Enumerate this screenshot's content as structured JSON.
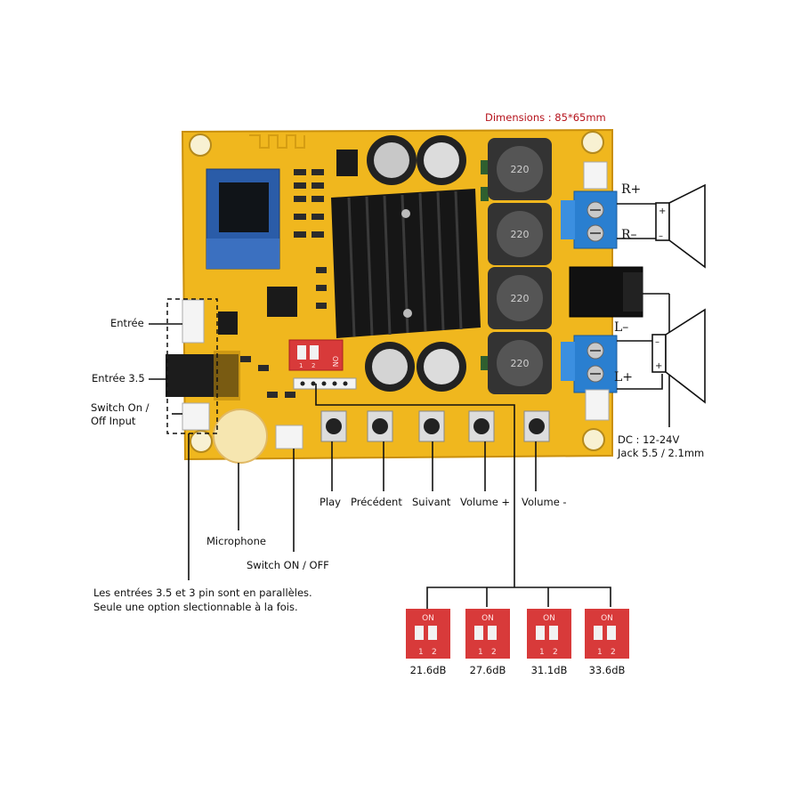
{
  "header": {
    "dimensions": "Dimensions : 85*65mm"
  },
  "left_labels": {
    "entree": "Entrée",
    "entree35": "Entrée 3.5",
    "switch_input_line1": "Switch On /",
    "switch_input_line2": "Off Input"
  },
  "bottom_labels": {
    "microphone": "Microphone",
    "switch_onoff": "Switch ON / OFF",
    "note_line1": "Les entrées 3.5 et 3 pin sont en parallèles.",
    "note_line2": "Seule une option slectionnable à la fois."
  },
  "buttons": [
    "Play",
    "Précédent",
    "Suivant",
    "Volume +",
    "Volume -"
  ],
  "speakers": {
    "right_pos": "R+",
    "right_neg": "R–",
    "left_neg": "L–",
    "left_pos": "L+"
  },
  "power": {
    "line1": "DC : 12-24V",
    "line2": "Jack 5.5 / 2.1mm"
  },
  "board_dip": {
    "on": "ON",
    "n1": "1",
    "n2": "2"
  },
  "gain_settings": [
    {
      "label": "21.6dB",
      "on": "ON",
      "n1": "1",
      "n2": "2"
    },
    {
      "label": "27.6dB",
      "on": "ON",
      "n1": "1",
      "n2": "2"
    },
    {
      "label": "31.1dB",
      "on": "ON",
      "n1": "1",
      "n2": "2"
    },
    {
      "label": "33.6dB",
      "on": "ON",
      "n1": "1",
      "n2": "2"
    }
  ],
  "inductors": [
    "220",
    "220",
    "220",
    "220"
  ],
  "colors": {
    "board": "#f0b71e",
    "heatsink": "#1a1a1a",
    "terminal": "#2a7fd0",
    "dip": "#d83a3a",
    "label_red": "#b5121b"
  }
}
